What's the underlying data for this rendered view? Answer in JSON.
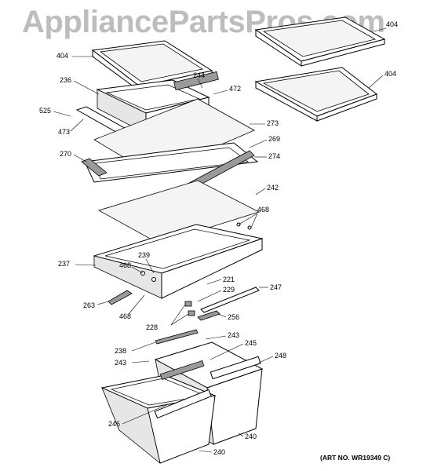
{
  "watermark": "AppliancePartsPros.com",
  "art_number": "(ART NO. WR19349 C)",
  "labels": {
    "l404a": "404",
    "l236": "236",
    "l244": "244",
    "l472": "472",
    "l525": "525",
    "l473": "473",
    "l273": "273",
    "l269": "269",
    "l270": "270",
    "l274": "274",
    "l242": "242",
    "l468a": "468",
    "l237": "237",
    "l239": "239",
    "l468b": "468",
    "l221": "221",
    "l229": "229",
    "l247": "247",
    "l263": "263",
    "l468c": "468",
    "l228": "228",
    "l256": "256",
    "l243a": "243",
    "l238": "238",
    "l245": "245",
    "l248": "248",
    "l243b": "243",
    "l246": "246",
    "l240a": "240",
    "l240b": "240",
    "l404b": "404",
    "l404c": "404"
  }
}
